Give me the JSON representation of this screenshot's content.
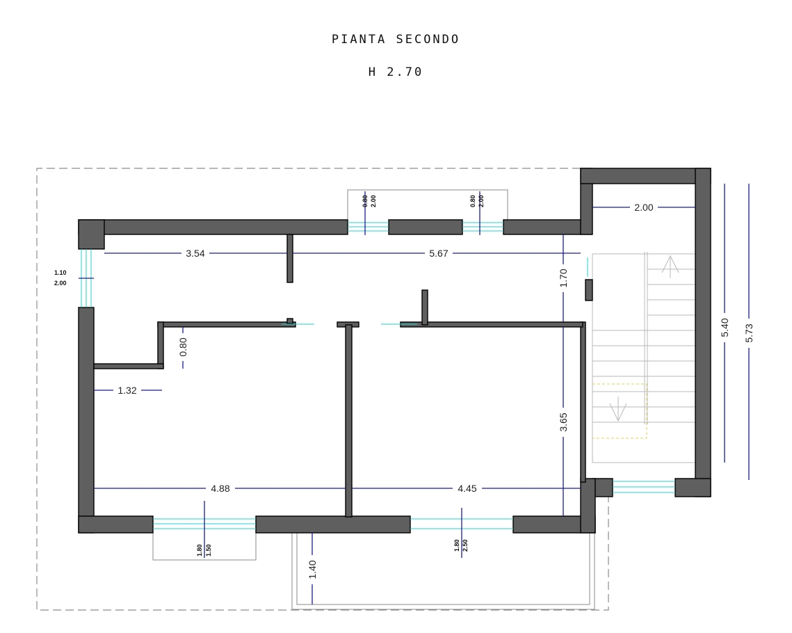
{
  "title": "PIANTA SECONDO",
  "height_label": "H 2.70",
  "dimensions": {
    "d354": "3.54",
    "d567": "5.67",
    "d200": "2.00",
    "d170": "1.70",
    "d540": "5.40",
    "d573": "5.73",
    "d080": "0.80",
    "d132": "1.32",
    "d365": "3.65",
    "d488": "4.88",
    "d445": "4.45",
    "d140": "1.40"
  },
  "windows": {
    "top_left": {
      "w": "0.80",
      "h": "2.00"
    },
    "top_right": {
      "w": "0.80",
      "h": "2.00"
    },
    "left": {
      "w": "1.10",
      "h": "2.00"
    },
    "bottom_left": {
      "w": "1.80",
      "h": "1.50"
    },
    "bottom_right": {
      "w": "1.80",
      "h": "2.50"
    }
  }
}
